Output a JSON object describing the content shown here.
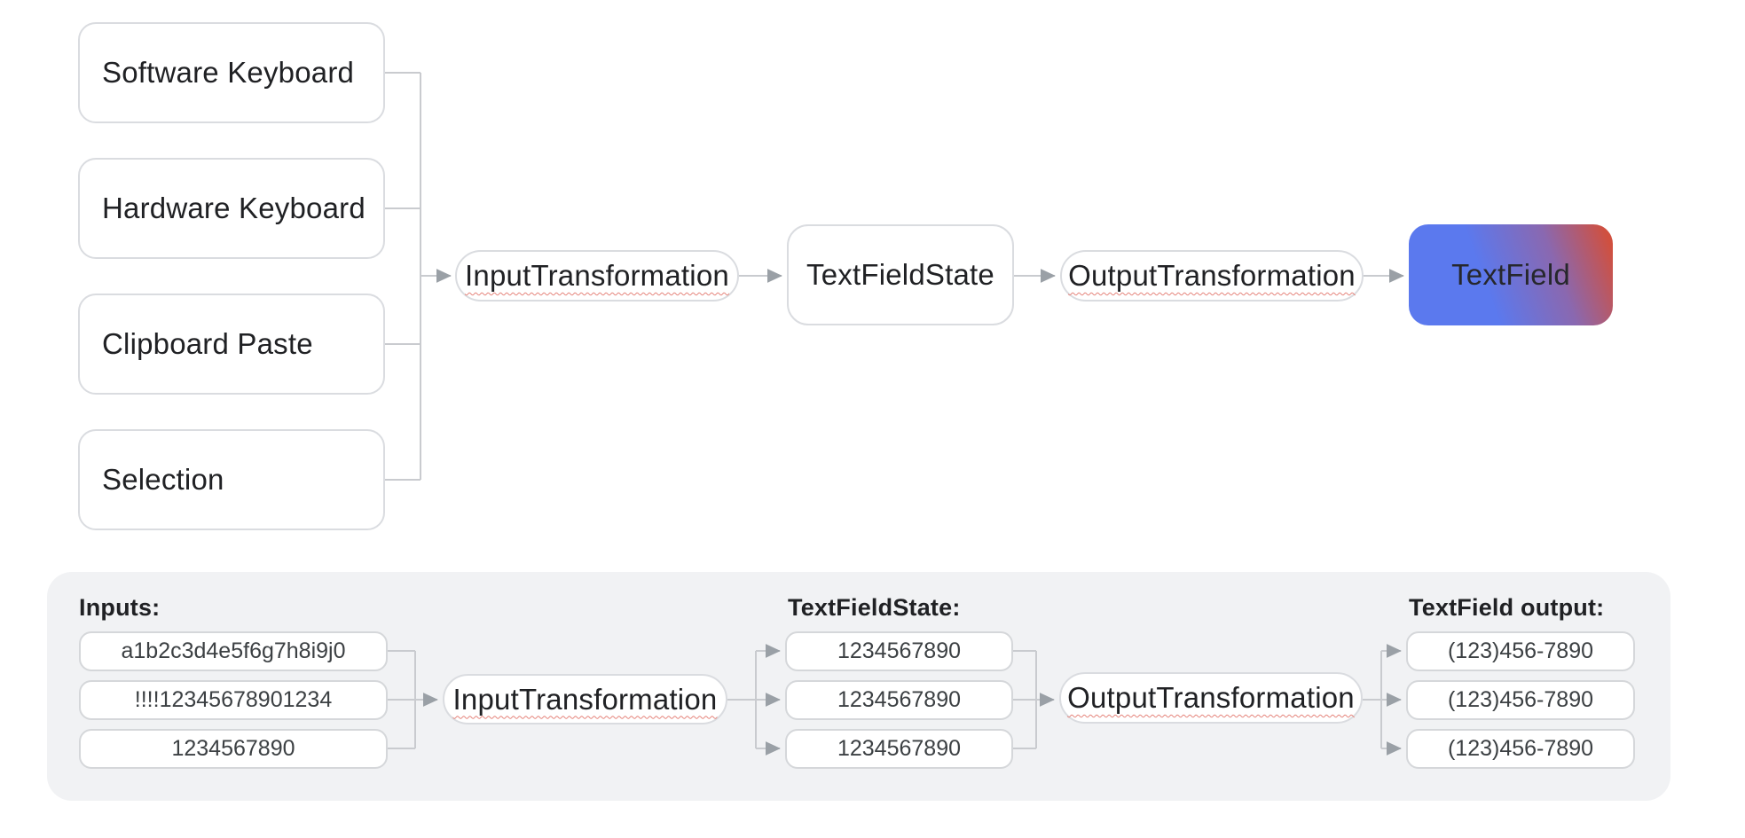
{
  "top": {
    "sources": [
      "Software Keyboard",
      "Hardware Keyboard",
      "Clipboard Paste",
      "Selection"
    ],
    "input_transformation": "InputTransformation",
    "state": "TextFieldState",
    "output_transformation": "OutputTransformation",
    "textfield": "TextField"
  },
  "bottom": {
    "inputs_label": "Inputs:",
    "inputs": [
      "a1b2c3d4e5f6g7h8i9j0",
      "!!!!12345678901234",
      "1234567890"
    ],
    "input_transformation": "InputTransformation",
    "state_label": "TextFieldState:",
    "states": [
      "1234567890",
      "1234567890",
      "1234567890"
    ],
    "output_transformation": "OutputTransformation",
    "outputs_label": "TextField output:",
    "outputs": [
      "(123)456-7890",
      "(123)456-7890",
      "(123)456-7890"
    ]
  },
  "colors": {
    "textfield_gradient_blue": "#5b79ee",
    "textfield_gradient_red": "#d0503f",
    "panel_background": "#f1f2f4",
    "box_border": "#dadce0",
    "connector_line": "#c9cbcf",
    "arrowhead": "#9aa0a6",
    "squiggle_underline": "#e5837a",
    "text": "#202124"
  }
}
